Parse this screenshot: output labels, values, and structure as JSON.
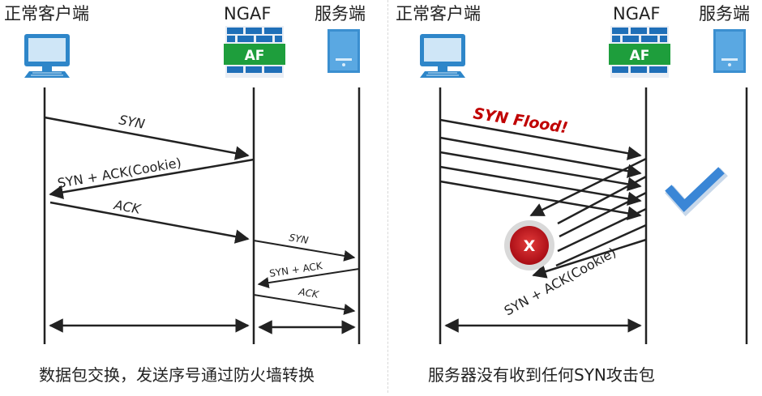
{
  "left": {
    "client_label": "正常客户端",
    "ngaf_label": "NGAF",
    "ngaf_badge": "AF",
    "server_label": "服务端",
    "msg_syn": "SYN",
    "msg_synack_cookie": "SYN + ACK(Cookie)",
    "msg_ack": "ACK",
    "msg_syn_server": "SYN",
    "msg_synack_server": "SYN + ACK",
    "msg_ack_server": "ACK",
    "caption": "数据包交换，发送序号通过防火墙转换"
  },
  "right": {
    "client_label": "正常客户端",
    "ngaf_label": "NGAF",
    "ngaf_badge": "AF",
    "server_label": "服务端",
    "flood_label": "SYN Flood!",
    "blocked_mark": "X",
    "msg_synack_cookie": "SYN + ACK(Cookie)",
    "caption": "服务器没有收到任何SYN攻击包"
  },
  "colors": {
    "monitor_blue": "#2e86c9",
    "firewall_badge_green": "#1e9e3c",
    "firewall_brick_blue": "#1f6fb8",
    "server_blue": "#3b8fd0",
    "flood_red": "#c00000",
    "block_red": "#c8141e",
    "check_blue": "#3a86d6"
  },
  "icons": [
    "computer-icon",
    "firewall-icon",
    "server-icon",
    "block-icon",
    "checkmark-icon"
  ]
}
